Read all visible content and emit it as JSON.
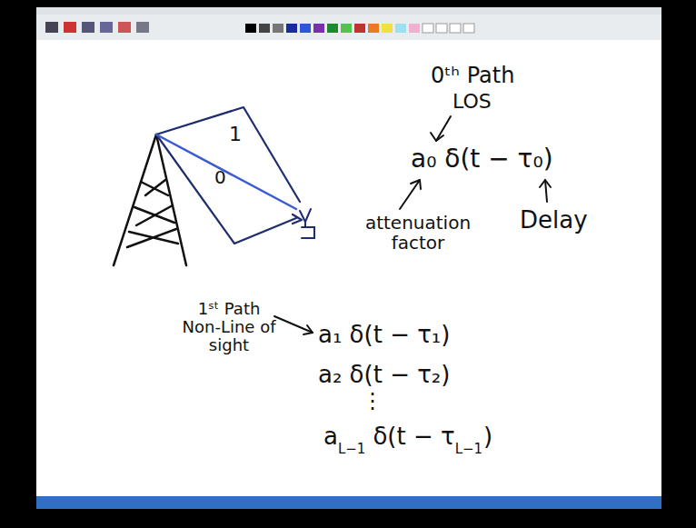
{
  "diagram": {
    "labels": [
      "1",
      "0",
      "0ᵗʰ Path",
      "LOS",
      "a₀ δ(t − τ₀)",
      "attenuation factor",
      "Delay",
      "1ˢᵗ Path Non-Line of sight",
      "a₁ δ(t − τ₁)",
      "a₂ δ(t − τ₂)",
      "⋮",
      "a",
      "L−1",
      "δ(t − τ",
      "L−1",
      ")"
    ]
  }
}
